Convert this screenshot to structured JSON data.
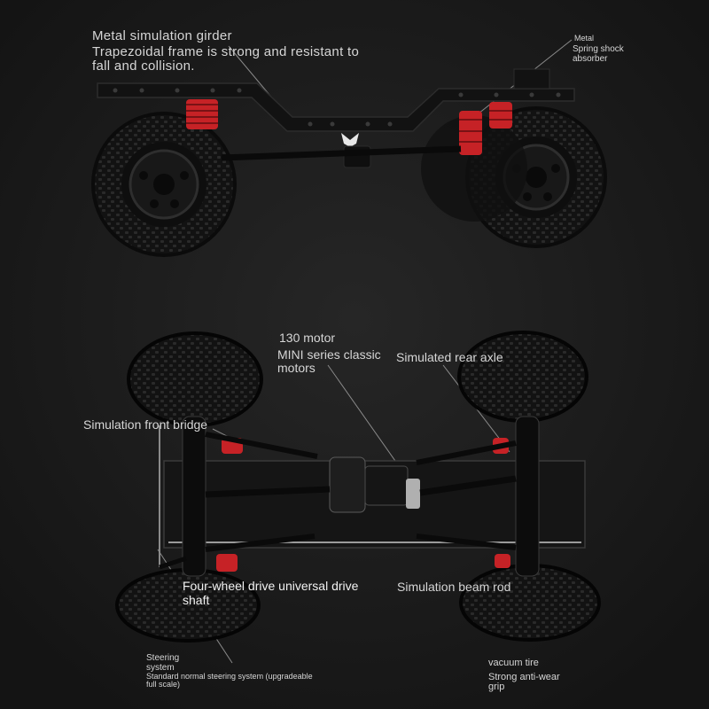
{
  "colors": {
    "background": "#1a1a1a",
    "frame": "#101010",
    "tire": "#0c0c0c",
    "shock_spring": "#d0262a",
    "label": "#d6d6d6",
    "leader_line": "#8a8a8a"
  },
  "side_view": {
    "girder_title": "Metal simulation girder",
    "girder_desc_1": "Trapezoidal frame is strong and resistant to",
    "girder_desc_2": "fall and collision.",
    "shock_title": "Metal",
    "shock_desc_1": "Spring shock",
    "shock_desc_2": "absorber"
  },
  "top_view": {
    "motor_1": "130 motor",
    "motor_2": "MINI series classic",
    "motor_3": "motors",
    "rear_axle": "Simulated rear axle",
    "front_bridge": "Simulation front bridge",
    "drive_shaft_1": "Four-wheel drive universal drive",
    "drive_shaft_2": "shaft",
    "beam_rod": "Simulation beam rod",
    "steering_1": "Steering",
    "steering_2": "system",
    "steering_3": "Standard normal steering system (upgradeable",
    "steering_4": "full scale)",
    "tire_1": "vacuum tire",
    "tire_2": "Strong anti-wear",
    "tire_3": "grip"
  }
}
